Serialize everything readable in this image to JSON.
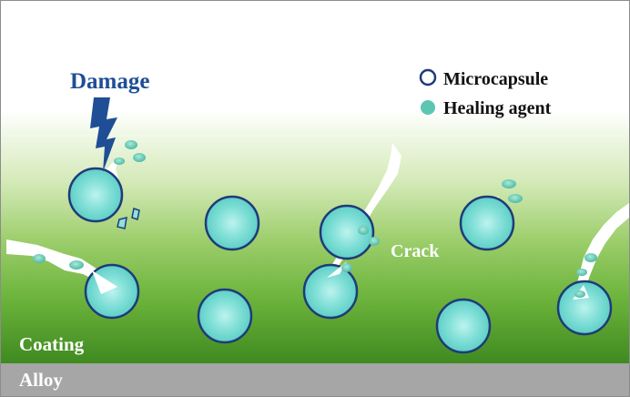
{
  "labels": {
    "damage": "Damage",
    "crack": "Crack",
    "coating": "Coating",
    "alloy": "Alloy"
  },
  "legend": {
    "microcapsule": "Microcapsule",
    "healing_agent": "Healing agent"
  },
  "colors": {
    "capsule_ring": "#1f3a7a",
    "capsule_fill": "#6fd8d2",
    "healing_agent": "#5cc6b2",
    "damage_bolt": "#1f4e96",
    "coating_green": "#4e9a2a",
    "alloy_gray": "#a6a6a6",
    "label_text": "#ffffff"
  }
}
